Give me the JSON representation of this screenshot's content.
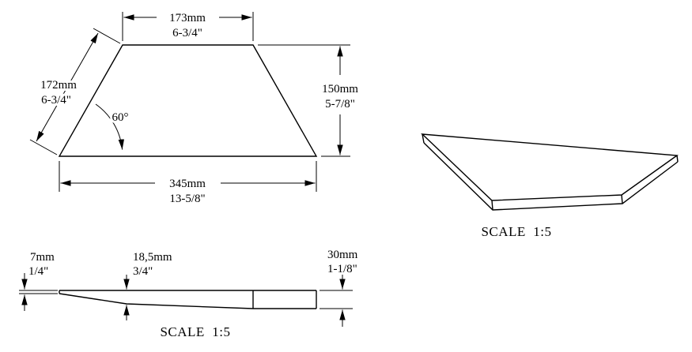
{
  "drawing": {
    "title": "trapezoid plate technical drawing",
    "line_color": "#000000",
    "background_color": "#ffffff",
    "front_view": {
      "top_width_mm": "173mm",
      "top_width_in": "6-3/4\"",
      "slant_mm": "172mm",
      "slant_in": "6-3/4\"",
      "angle": "60°",
      "height_mm": "150mm",
      "height_in": "5-7/8\"",
      "bottom_width_mm": "345mm",
      "bottom_width_in": "13-5/8\""
    },
    "iso_view": {
      "scale_label": "SCALE  1:5"
    },
    "profile_view": {
      "tip_thickness_mm": "7mm",
      "tip_thickness_in": "1/4\"",
      "mid_thickness_mm": "18,5mm",
      "mid_thickness_in": "3/4\"",
      "end_thickness_mm": "30mm",
      "end_thickness_in": "1-1/8\"",
      "scale_label": "SCALE  1:5"
    }
  }
}
